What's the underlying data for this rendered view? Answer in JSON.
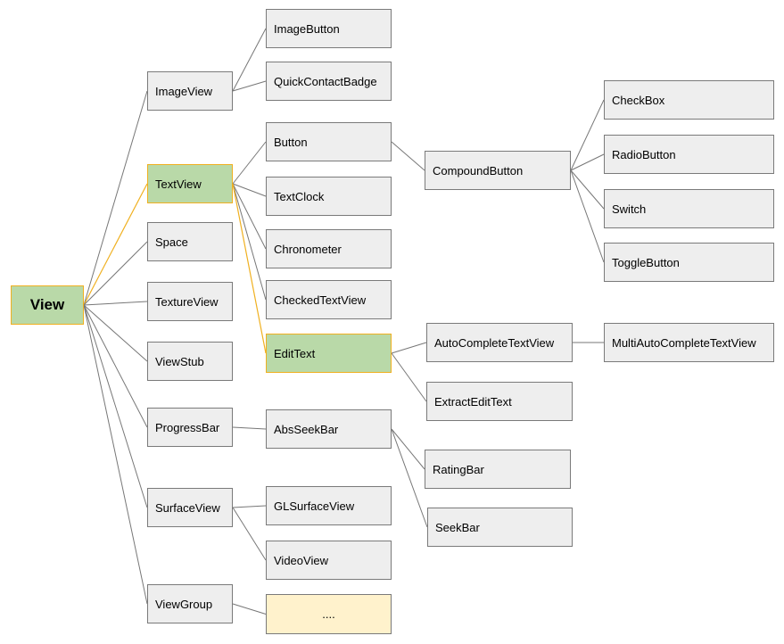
{
  "root": "View",
  "nodes": {
    "ImageView": "ImageView",
    "TextView": "TextView",
    "Space": "Space",
    "TextureView": "TextureView",
    "ViewStub": "ViewStub",
    "ProgressBar": "ProgressBar",
    "SurfaceView": "SurfaceView",
    "ViewGroup": "ViewGroup",
    "ImageButton": "ImageButton",
    "QuickContactBadge": "QuickContactBadge",
    "Button": "Button",
    "TextClock": "TextClock",
    "Chronometer": "Chronometer",
    "CheckedTextView": "CheckedTextView",
    "EditText": "EditText",
    "AbsSeekBar": "AbsSeekBar",
    "GLSurfaceView": "GLSurfaceView",
    "VideoView": "VideoView",
    "Ellipsis": "....",
    "CompoundButton": "CompoundButton",
    "AutoCompleteTextView": "AutoCompleteTextView",
    "ExtractEditText": "ExtractEditText",
    "RatingBar": "RatingBar",
    "SeekBar": "SeekBar",
    "CheckBox": "CheckBox",
    "RadioButton": "RadioButton",
    "Switch": "Switch",
    "ToggleButton": "ToggleButton",
    "MultiAutoCompleteTextView": "MultiAutoCompleteTextView"
  },
  "edges": [
    [
      "View",
      "ImageView"
    ],
    [
      "View",
      "TextView",
      true
    ],
    [
      "View",
      "Space"
    ],
    [
      "View",
      "TextureView"
    ],
    [
      "View",
      "ViewStub"
    ],
    [
      "View",
      "ProgressBar"
    ],
    [
      "View",
      "SurfaceView"
    ],
    [
      "View",
      "ViewGroup"
    ],
    [
      "ImageView",
      "ImageButton"
    ],
    [
      "ImageView",
      "QuickContactBadge"
    ],
    [
      "TextView",
      "Button"
    ],
    [
      "TextView",
      "TextClock"
    ],
    [
      "TextView",
      "Chronometer"
    ],
    [
      "TextView",
      "CheckedTextView"
    ],
    [
      "TextView",
      "EditText",
      true
    ],
    [
      "ProgressBar",
      "AbsSeekBar"
    ],
    [
      "SurfaceView",
      "GLSurfaceView"
    ],
    [
      "SurfaceView",
      "VideoView"
    ],
    [
      "ViewGroup",
      "Ellipsis"
    ],
    [
      "Button",
      "CompoundButton"
    ],
    [
      "CompoundButton",
      "CheckBox"
    ],
    [
      "CompoundButton",
      "RadioButton"
    ],
    [
      "CompoundButton",
      "Switch"
    ],
    [
      "CompoundButton",
      "ToggleButton"
    ],
    [
      "EditText",
      "AutoCompleteTextView"
    ],
    [
      "EditText",
      "ExtractEditText"
    ],
    [
      "AutoCompleteTextView",
      "MultiAutoCompleteTextView"
    ],
    [
      "AbsSeekBar",
      "RatingBar"
    ],
    [
      "AbsSeekBar",
      "SeekBar"
    ]
  ]
}
